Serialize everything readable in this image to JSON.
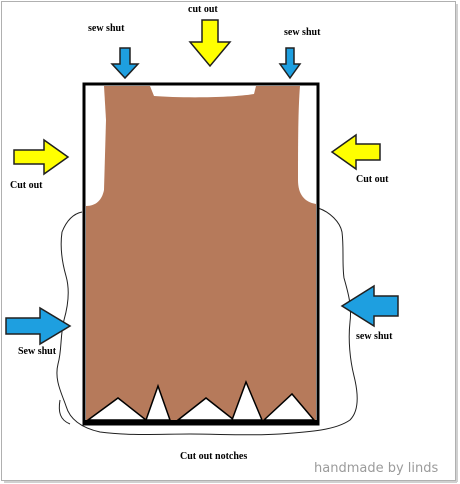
{
  "labels": {
    "top_left": "sew shut",
    "top_center": "cut out",
    "top_right": "sew shut",
    "left_upper": "Cut out",
    "right_upper": "Cut out",
    "left_lower": "Sew shut",
    "right_lower": "sew shut",
    "bottom": "Cut out notches"
  },
  "watermark": "handmade by linds",
  "colors": {
    "fabric": "#b67a5b",
    "outline": "#000000",
    "cut_arrow": "#ffff00",
    "sew_arrow": "#1e9fe0",
    "background": "#ffffff",
    "frame": "#b0b0b0"
  },
  "icons": {
    "cut_arrow": "yellow-arrow-icon",
    "sew_arrow": "blue-arrow-icon"
  }
}
